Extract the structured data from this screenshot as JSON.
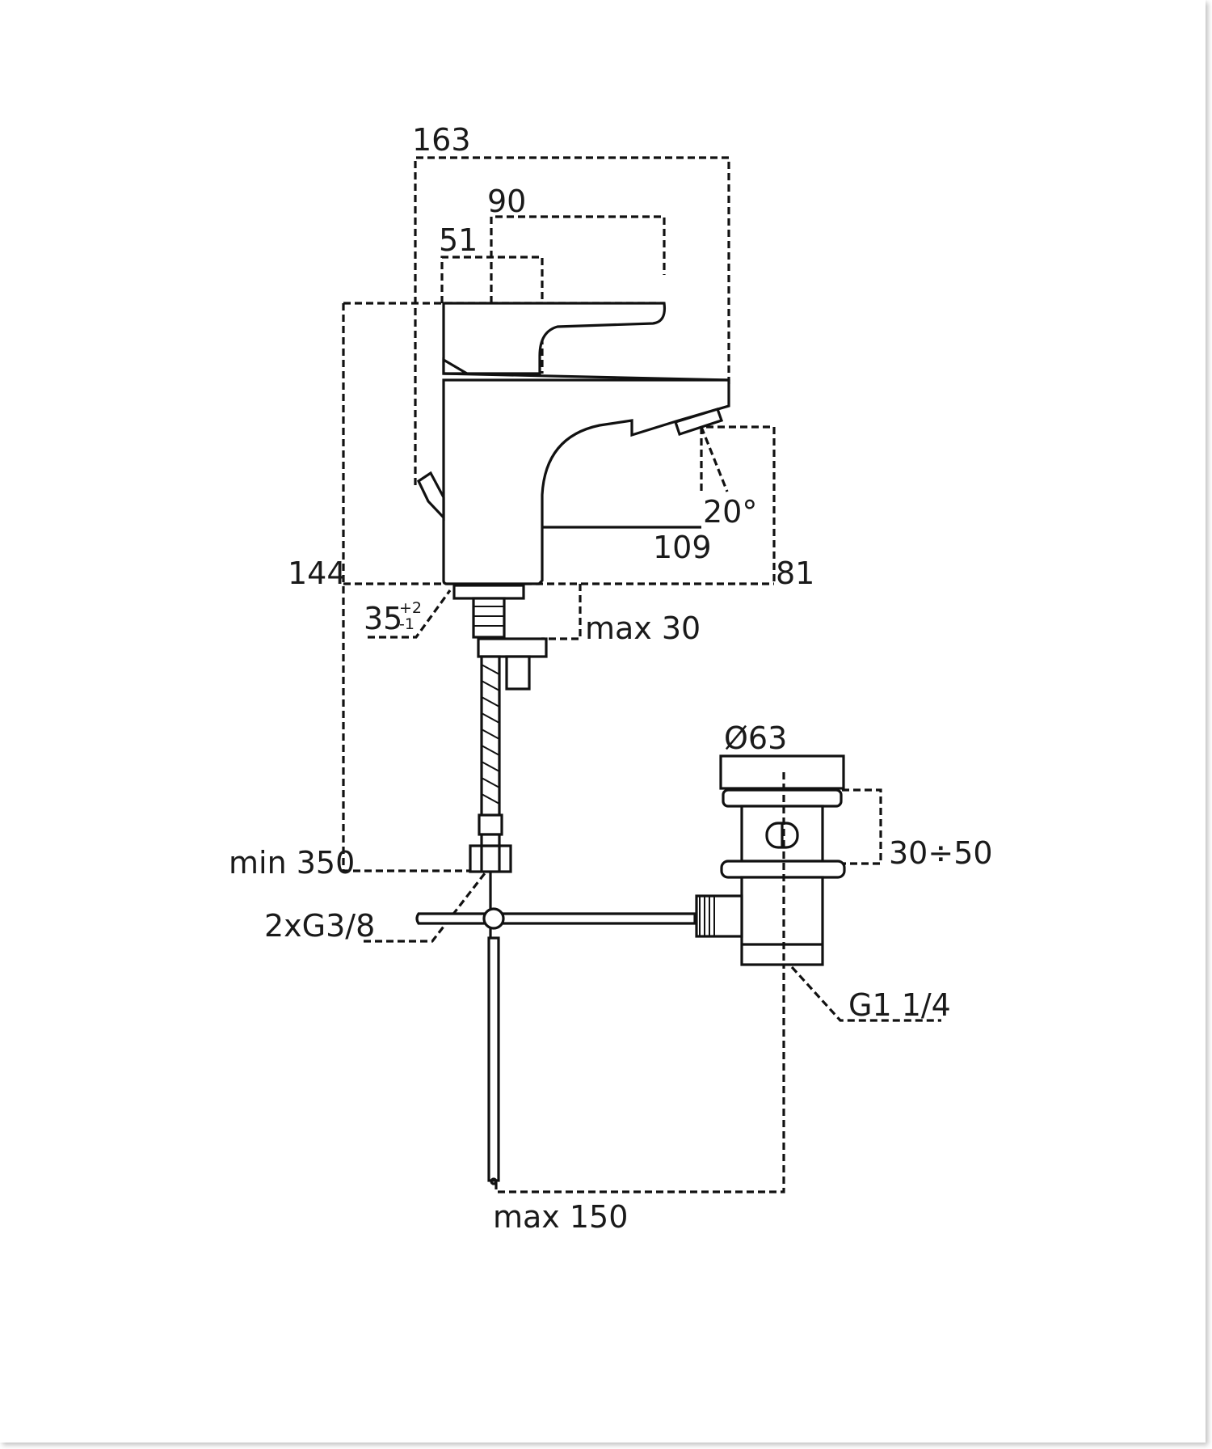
{
  "dimensions": {
    "d163": "163",
    "d90": "90",
    "d51": "51",
    "d144": "144",
    "d81": "81",
    "d109": "109",
    "d20": "20°",
    "d35": "35",
    "d35_sup": "+2",
    "d35_sub": "-1",
    "max30": "max 30",
    "d63": "Ø63",
    "d30_50": "30÷50",
    "min350": "min 350",
    "g38": "2xG3/8",
    "g114": "G1 1/4",
    "max150": "max 150"
  }
}
